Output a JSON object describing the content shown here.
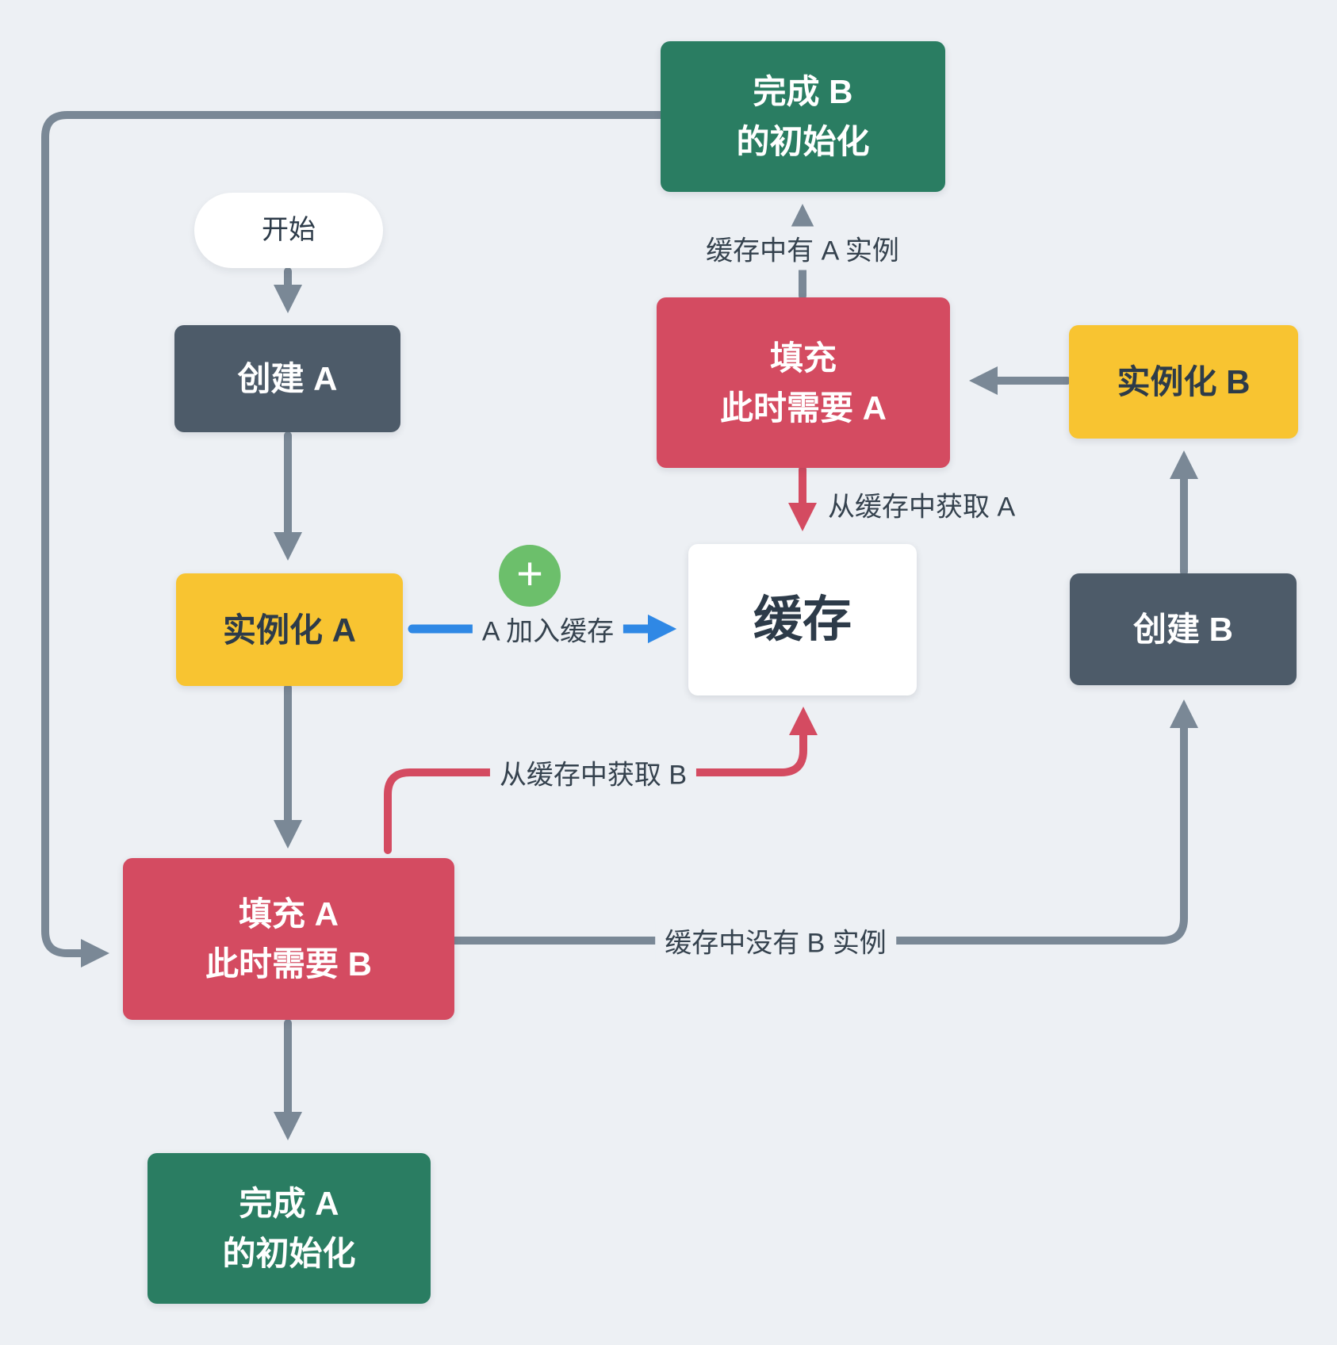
{
  "palette": {
    "background": "#edf0f4",
    "node_dark": "#4d5b69",
    "node_red": "#d44b61",
    "node_green": "#2a7d62",
    "node_yellow": "#f8c431",
    "node_white": "#ffffff",
    "arrow_gray": "#7a8896",
    "arrow_red": "#d44b61",
    "arrow_blue": "#2f88e5",
    "plus_badge_green": "#6cbf6b",
    "text_dark": "#2d3b49",
    "edge_label_text": "#35424e"
  },
  "nodes": {
    "start": {
      "label": "开始"
    },
    "create_a": {
      "label": "创建 A"
    },
    "inst_a": {
      "label": "实例化 A"
    },
    "done_b": {
      "label": "完成 B\n的初始化"
    },
    "fill_need_a": {
      "label": "填充\n此时需要 A"
    },
    "inst_b": {
      "label": "实例化 B"
    },
    "cache": {
      "label": "缓存"
    },
    "create_b": {
      "label": "创建 B"
    },
    "fill_need_b": {
      "label": "填充 A\n此时需要 B"
    },
    "done_a": {
      "label": "完成 A\n的初始化"
    }
  },
  "edge_labels": {
    "cache_has_a": "缓存中有 A 实例",
    "get_a_from_cache": "从缓存中获取 A",
    "a_into_cache": "A 加入缓存",
    "get_b_from_cache": "从缓存中获取 B",
    "cache_no_b": "缓存中没有 B 实例"
  },
  "icons": {
    "plus": "+"
  }
}
